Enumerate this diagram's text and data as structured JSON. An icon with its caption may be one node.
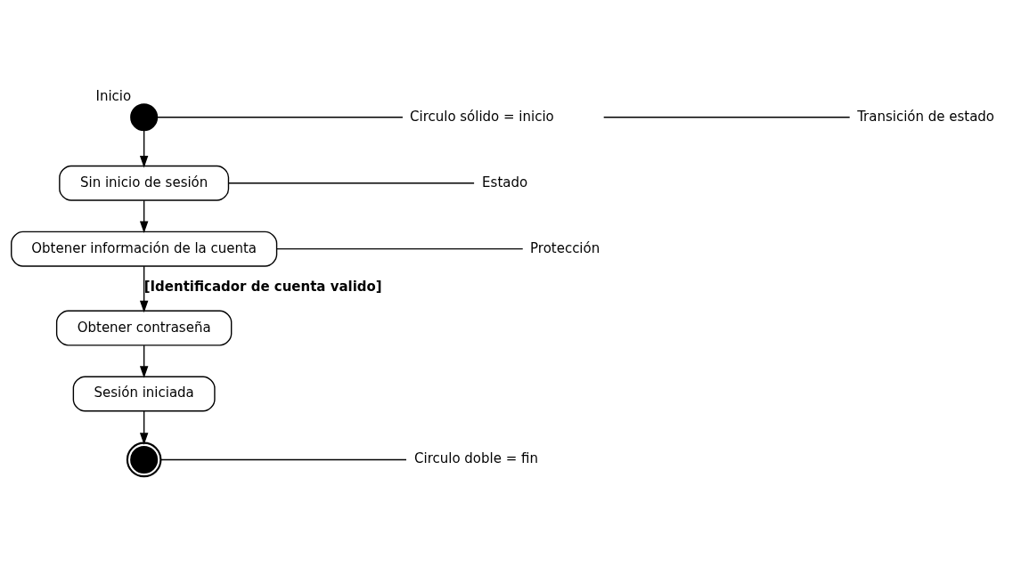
{
  "diagram": {
    "nodes": [
      {
        "text": [],
        "shape": "circle",
        "beside": [
          "Inicio"
        ]
      },
      {
        "text": [
          "Sin inicio de sesión"
        ]
      },
      {
        "text": [
          "Obtener información de la cuenta"
        ]
      },
      {
        "text": [
          "Obtener contraseña"
        ]
      },
      {
        "text": [
          "Sesión iniciada"
        ]
      },
      {
        "text": [],
        "shape": "circle"
      },
      {
        "text": [
          "Circulo sólido = inicio"
        ]
      },
      {
        "text": [
          "Transición de estado"
        ]
      },
      {
        "text": [
          "Estado"
        ]
      },
      {
        "text": [
          "Protección"
        ]
      },
      {
        "text": [
          "Circulo doble = fin"
        ]
      }
    ],
    "edges": [
      {
        "from": 0,
        "to": 1,
        "arrow": "to"
      },
      {
        "from": 1,
        "to": 2,
        "arrow": "to"
      },
      {
        "from": 2,
        "to": 3,
        "arrow": "to",
        "label": "[Identificador de cuenta valido]"
      },
      {
        "from": 3,
        "to": 4,
        "arrow": "to"
      },
      {
        "from": 4,
        "to": 5,
        "arrow": "to"
      },
      {
        "from": 0,
        "to": 6,
        "arrow": "none"
      },
      {
        "from": null,
        "to": 7,
        "arrow": "none"
      },
      {
        "from": 1,
        "to": 8,
        "arrow": "none"
      },
      {
        "from": 2,
        "to": 9,
        "arrow": "none"
      },
      {
        "from": 5,
        "to": 10,
        "arrow": "none"
      }
    ]
  }
}
